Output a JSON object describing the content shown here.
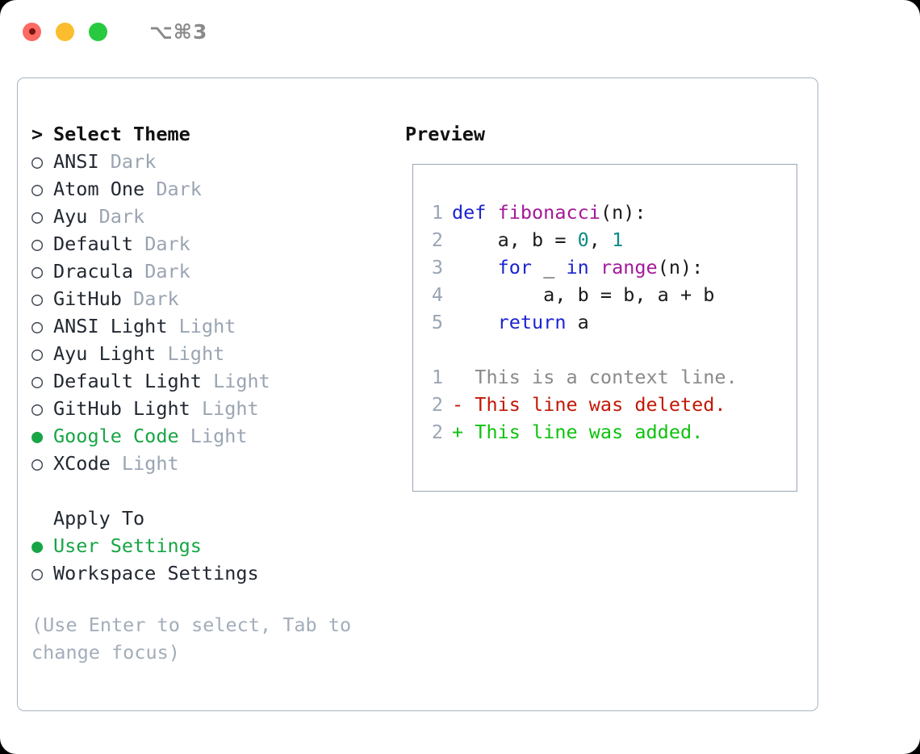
{
  "titlebar": {
    "shortcut": "⌥⌘3",
    "dots": [
      "close-dot",
      "minimize-dot",
      "maximize-dot"
    ]
  },
  "theme_section": {
    "header_marker": ">",
    "header_label": "Select Theme",
    "items": [
      {
        "marker": "○",
        "name": "ANSI",
        "variant": "Dark",
        "selected": false
      },
      {
        "marker": "○",
        "name": "Atom One",
        "variant": "Dark",
        "selected": false
      },
      {
        "marker": "○",
        "name": "Ayu",
        "variant": "Dark",
        "selected": false
      },
      {
        "marker": "○",
        "name": "Default",
        "variant": "Dark",
        "selected": false
      },
      {
        "marker": "○",
        "name": "Dracula",
        "variant": "Dark",
        "selected": false
      },
      {
        "marker": "○",
        "name": "GitHub",
        "variant": "Dark",
        "selected": false
      },
      {
        "marker": "○",
        "name": "ANSI Light",
        "variant": "Light",
        "selected": false
      },
      {
        "marker": "○",
        "name": "Ayu Light",
        "variant": "Light",
        "selected": false
      },
      {
        "marker": "○",
        "name": "Default Light",
        "variant": "Light",
        "selected": false
      },
      {
        "marker": "○",
        "name": "GitHub Light",
        "variant": "Light",
        "selected": false
      },
      {
        "marker": "●",
        "name": "Google Code",
        "variant": "Light",
        "selected": true
      },
      {
        "marker": "○",
        "name": "XCode",
        "variant": "Light",
        "selected": false
      }
    ]
  },
  "apply_section": {
    "header_label": "Apply To",
    "items": [
      {
        "marker": "●",
        "name": "User Settings",
        "selected": true
      },
      {
        "marker": "○",
        "name": "Workspace Settings",
        "selected": false
      }
    ]
  },
  "hint": "(Use Enter to select, Tab to change focus)",
  "preview": {
    "title": "Preview",
    "code_lines": [
      {
        "no": "1",
        "tokens": [
          {
            "t": "def ",
            "c": "kw"
          },
          {
            "t": "fibonacci",
            "c": "fn"
          },
          {
            "t": "(n):",
            "c": "punct"
          }
        ]
      },
      {
        "no": "2",
        "tokens": [
          {
            "t": "    a, b = ",
            "c": "plain"
          },
          {
            "t": "0",
            "c": "num"
          },
          {
            "t": ", ",
            "c": "plain"
          },
          {
            "t": "1",
            "c": "num"
          }
        ]
      },
      {
        "no": "3",
        "tokens": [
          {
            "t": "    ",
            "c": "plain"
          },
          {
            "t": "for",
            "c": "kw"
          },
          {
            "t": " _ ",
            "c": "plain"
          },
          {
            "t": "in",
            "c": "kw"
          },
          {
            "t": " ",
            "c": "plain"
          },
          {
            "t": "range",
            "c": "fn"
          },
          {
            "t": "(n):",
            "c": "punct"
          }
        ]
      },
      {
        "no": "4",
        "tokens": [
          {
            "t": "        a, b = b, a + b",
            "c": "plain"
          }
        ]
      },
      {
        "no": "5",
        "tokens": [
          {
            "t": "    ",
            "c": "plain"
          },
          {
            "t": "return",
            "c": "kw"
          },
          {
            "t": " a",
            "c": "plain"
          }
        ]
      }
    ],
    "diff_lines": [
      {
        "no": "1",
        "sign": " ",
        "text": " This is a context line.",
        "kind": "ctx"
      },
      {
        "no": "2",
        "sign": "-",
        "text": " This line was deleted.",
        "kind": "del"
      },
      {
        "no": "2",
        "sign": "+",
        "text": " This line was added.",
        "kind": "add"
      }
    ]
  },
  "colors": {
    "accent_green": "#18a545",
    "muted": "#9aa4b2",
    "keyword": "#1c24cf",
    "function": "#a3199a",
    "number": "#0f8b84",
    "diff_delete": "#c21807",
    "diff_add": "#0ec20e",
    "border": "#aab3c0"
  }
}
